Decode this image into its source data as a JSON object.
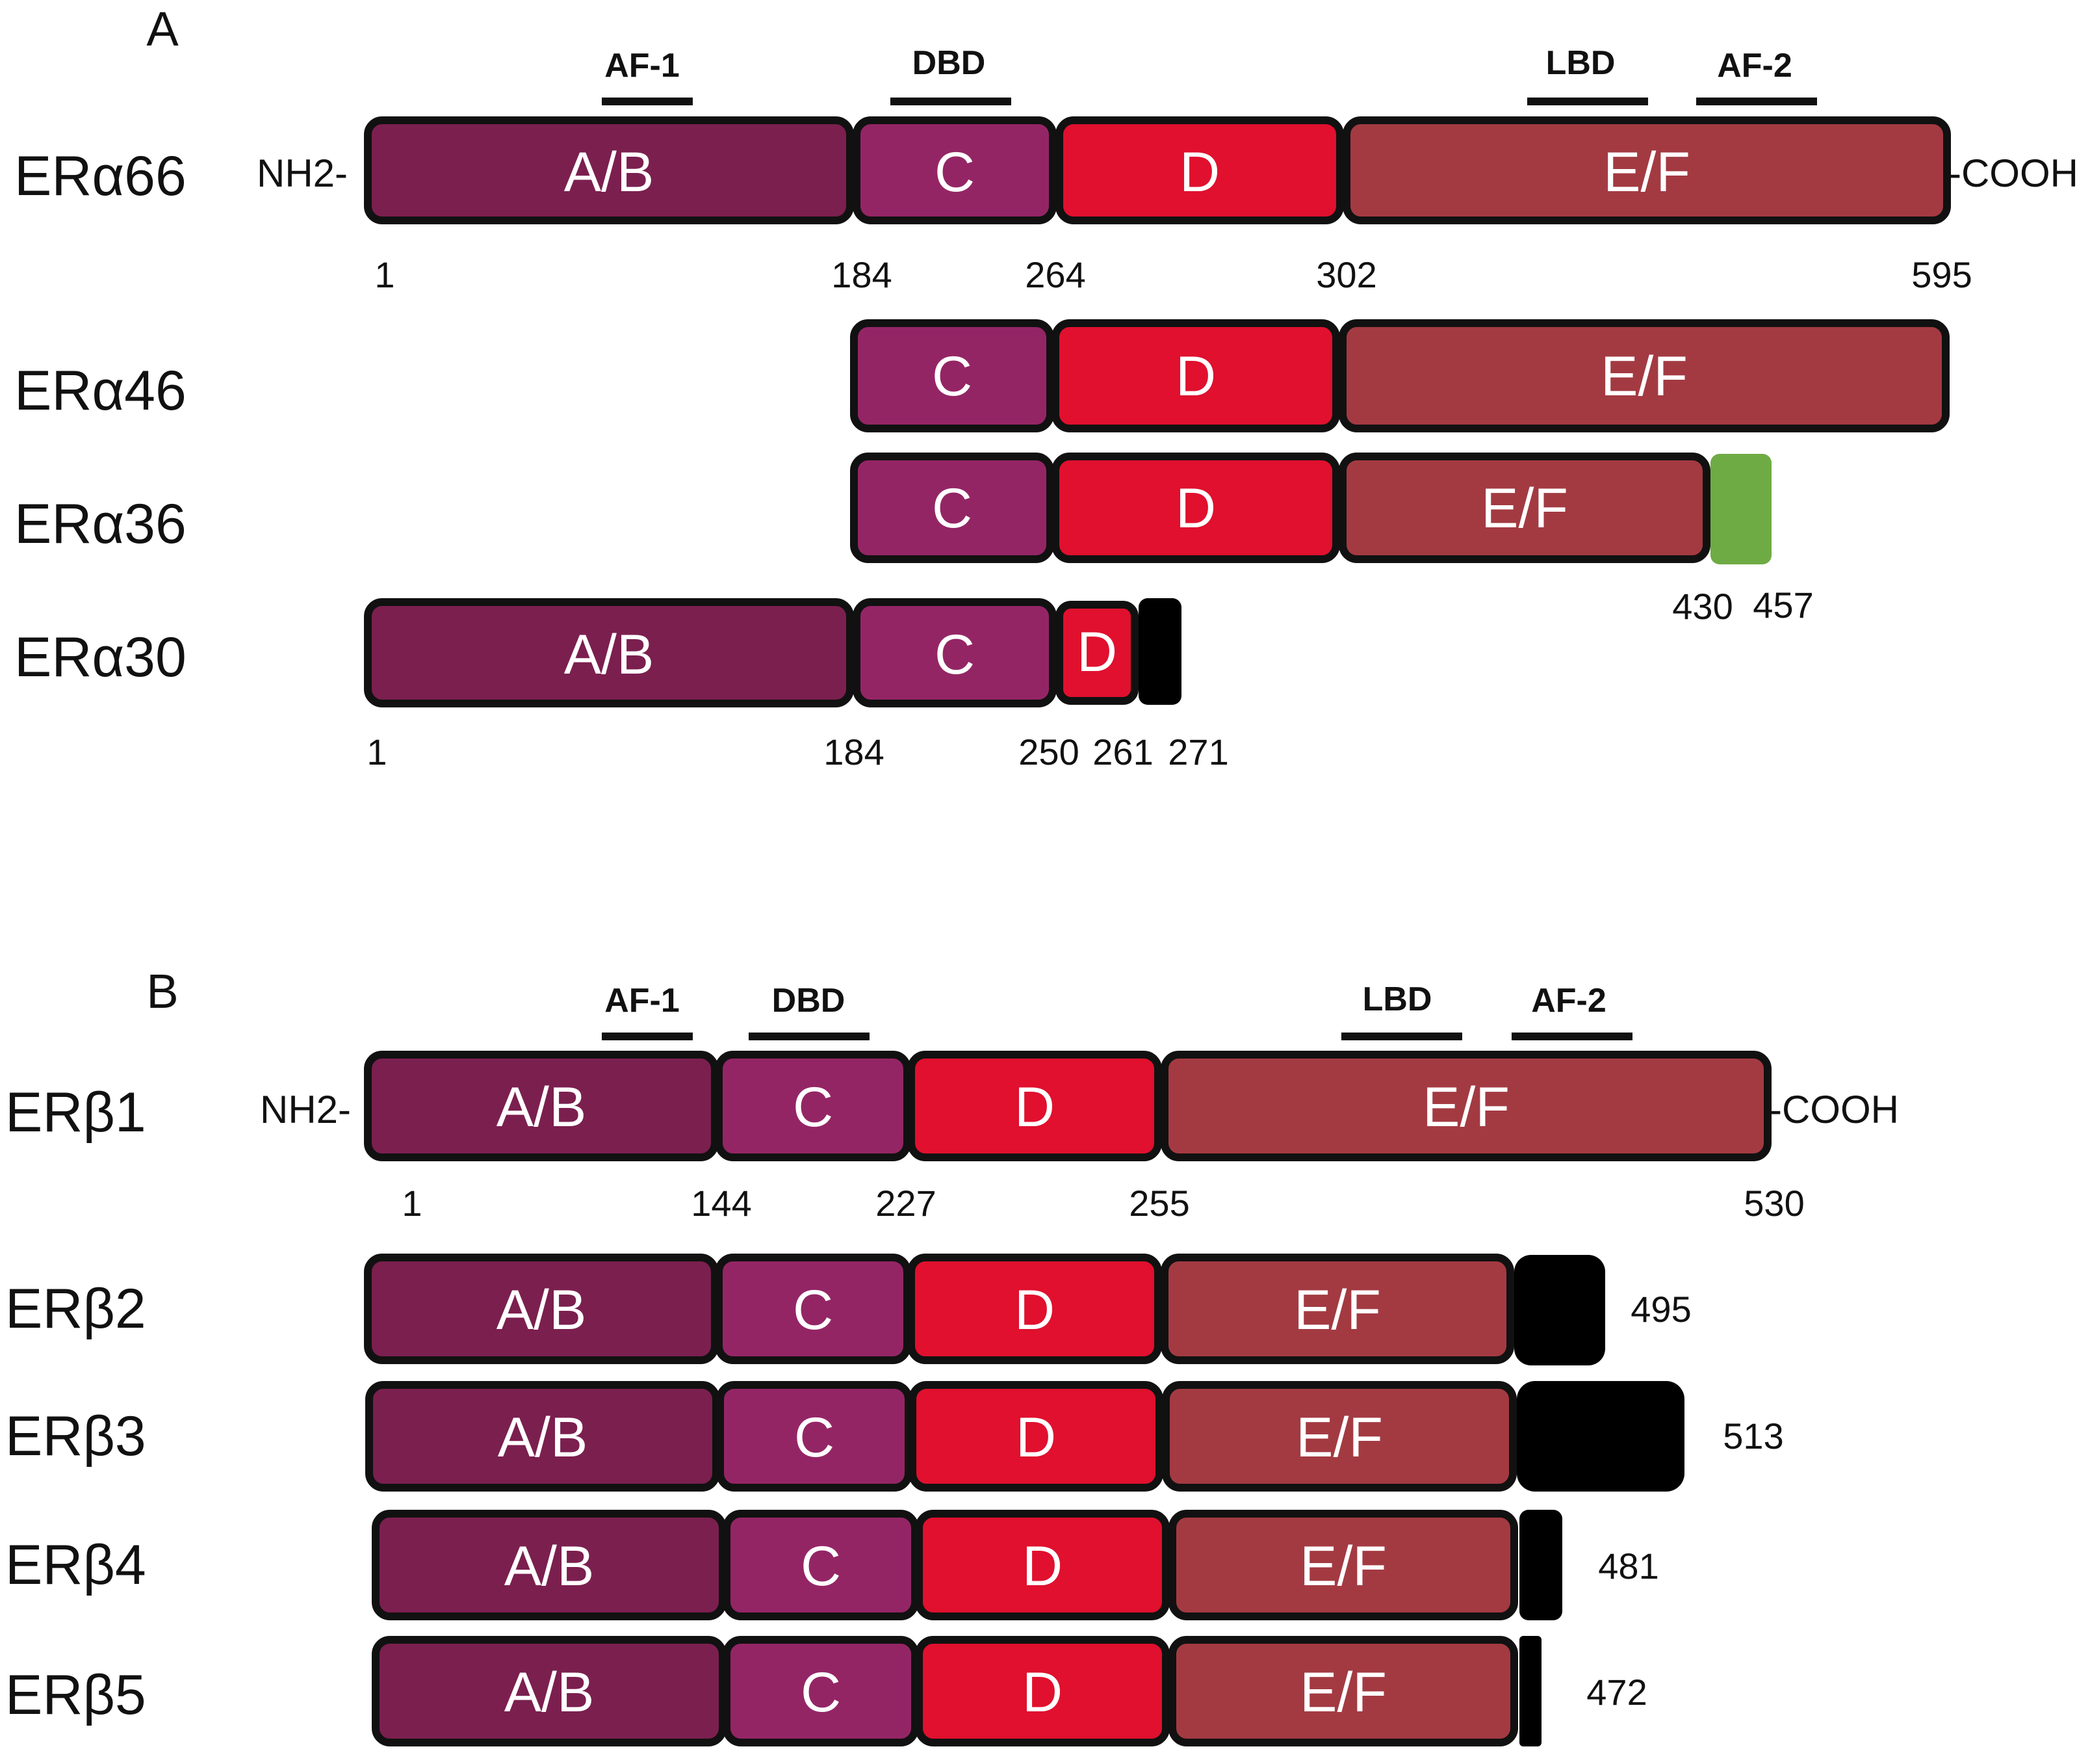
{
  "panel_a": {
    "label": "A",
    "functional_labels": [
      "AF-1",
      "DBD",
      "LBD",
      "AF-2"
    ],
    "termini": {
      "n": "NH2-",
      "c": "-COOH"
    },
    "isoforms": [
      {
        "name": "ERα66",
        "segments": [
          "A/B",
          "C",
          "D",
          "E/F"
        ],
        "positions": [
          "1",
          "184",
          "264",
          "302",
          "595"
        ]
      },
      {
        "name": "ERα46",
        "segments": [
          "C",
          "D",
          "E/F"
        ],
        "positions": []
      },
      {
        "name": "ERα36",
        "segments": [
          "C",
          "D",
          "E/F",
          ""
        ],
        "positions": [
          "430",
          "457"
        ]
      },
      {
        "name": "ERα30",
        "segments": [
          "A/B",
          "C",
          "D",
          ""
        ],
        "positions": [
          "1",
          "184",
          "250",
          "261",
          "271"
        ]
      }
    ]
  },
  "panel_b": {
    "label": "B",
    "functional_labels": [
      "AF-1",
      "DBD",
      "LBD",
      "AF-2"
    ],
    "termini": {
      "n": "NH2-",
      "c": "-COOH"
    },
    "isoforms": [
      {
        "name": "ERβ1",
        "segments": [
          "A/B",
          "C",
          "D",
          "E/F"
        ],
        "positions": [
          "1",
          "144",
          "227",
          "255",
          "530"
        ]
      },
      {
        "name": "ERβ2",
        "segments": [
          "A/B",
          "C",
          "D",
          "E/F",
          ""
        ],
        "positions": [
          "495"
        ]
      },
      {
        "name": "ERβ3",
        "segments": [
          "A/B",
          "C",
          "D",
          "E/F",
          ""
        ],
        "positions": [
          "513"
        ]
      },
      {
        "name": "ERβ4",
        "segments": [
          "A/B",
          "C",
          "D",
          "E/F",
          ""
        ],
        "positions": [
          "481"
        ]
      },
      {
        "name": "ERβ5",
        "segments": [
          "A/B",
          "C",
          "D",
          "E/F",
          ""
        ],
        "positions": [
          "472"
        ]
      }
    ]
  },
  "colors": {
    "ab": "#7b1f4f",
    "c": "#942565",
    "d": "#e0102e",
    "ef": "#a33a42",
    "green_tail": "#6fab45",
    "black_tail": "#000000",
    "outline": "#111111"
  }
}
